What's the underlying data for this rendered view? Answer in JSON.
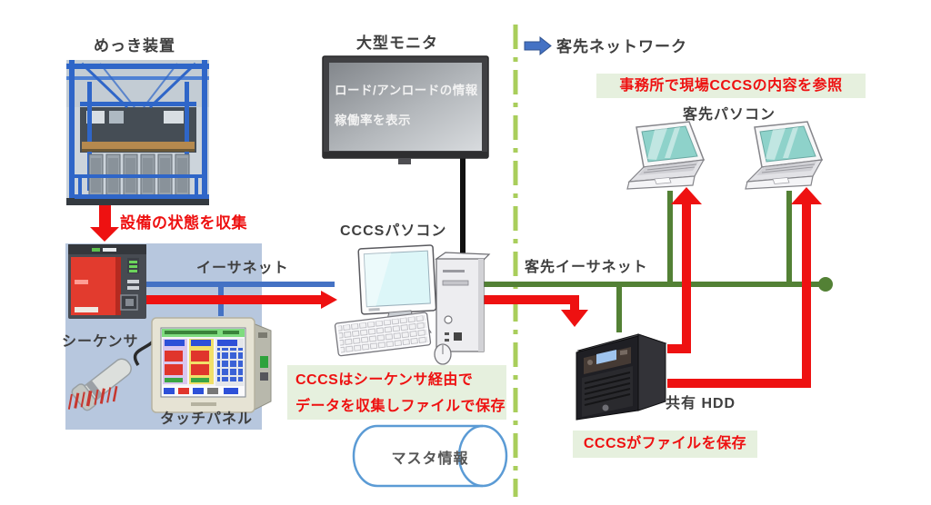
{
  "left_zone": {
    "plating_title": "めっき装置",
    "collect_note": "設備の状態を収集",
    "sequencer_label": "シーケンサ",
    "touch_panel_label": "タッチパネル",
    "ethernet_label": "イーサネット"
  },
  "center_zone": {
    "monitor_title": "大型モニタ",
    "monitor_screen_line1": "ロード/アンロードの情報",
    "monitor_screen_line2": "稼働率を表示",
    "pc_label": "CCCSパソコン",
    "cccs_note_line1": "CCCSはシーケンサ経由で",
    "cccs_note_line2": "データを収集しファイルで保存",
    "master_info_label": "マスタ情報"
  },
  "right_zone": {
    "network_title": "客先ネットワーク",
    "office_note": "事務所で現場CCCSの内容を参照",
    "customer_pc_label": "客先パソコン",
    "customer_ethernet_label": "客先イーサネット",
    "shared_hdd_label": "共有 HDD",
    "hdd_note": "CCCSがファイルを保存"
  },
  "colors": {
    "flow_red": "#ee1111",
    "ethernet_blue": "#4472c4",
    "customer_green": "#538135",
    "divider_green": "#a9ce5b",
    "note_background": "#e6f0de",
    "panel_blue": "#b7c7de",
    "cylinder_blue": "#5b9bd5"
  }
}
